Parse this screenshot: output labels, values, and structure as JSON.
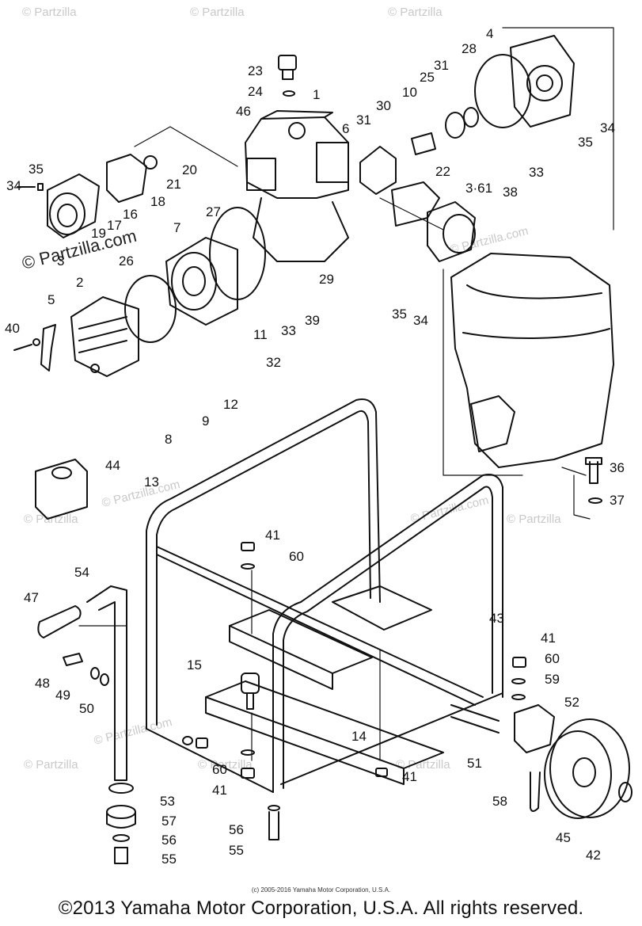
{
  "watermark": "© Partzilla",
  "watermark_large": "© Partzilla.com",
  "fine_print": "(c) 2005-2016 Yamaha Motor Corporation, U.S.A.",
  "copyright": "©2013 Yamaha Motor Corporation, U.S.A. All rights reserved.",
  "callouts": {
    "c1": "1",
    "c2": "2",
    "c3": "3",
    "c3_61": "3·61",
    "c4": "4",
    "c5": "5",
    "c6": "6",
    "c7": "7",
    "c8": "8",
    "c9": "9",
    "c10": "10",
    "c11": "11",
    "c12": "12",
    "c13": "13",
    "c14": "14",
    "c15": "15",
    "c16": "16",
    "c17": "17",
    "c18": "18",
    "c19": "19",
    "c20": "20",
    "c21": "21",
    "c22": "22",
    "c23": "23",
    "c24": "24",
    "c25": "25",
    "c26": "26",
    "c27": "27",
    "c28": "28",
    "c29": "29",
    "c30": "30",
    "c31": "31",
    "c32": "32",
    "c33": "33",
    "c34": "34",
    "c35": "35",
    "c36": "36",
    "c37": "37",
    "c38": "38",
    "c39": "39",
    "c40": "40",
    "c41": "41",
    "c42": "42",
    "c43": "43",
    "c44": "44",
    "c45": "45",
    "c46": "46",
    "c47": "47",
    "c48": "48",
    "c49": "49",
    "c50": "50",
    "c51": "51",
    "c52": "52",
    "c53": "53",
    "c54": "54",
    "c55": "55",
    "c56": "56",
    "c57": "57",
    "c58": "58",
    "c59": "59",
    "c60": "60"
  }
}
